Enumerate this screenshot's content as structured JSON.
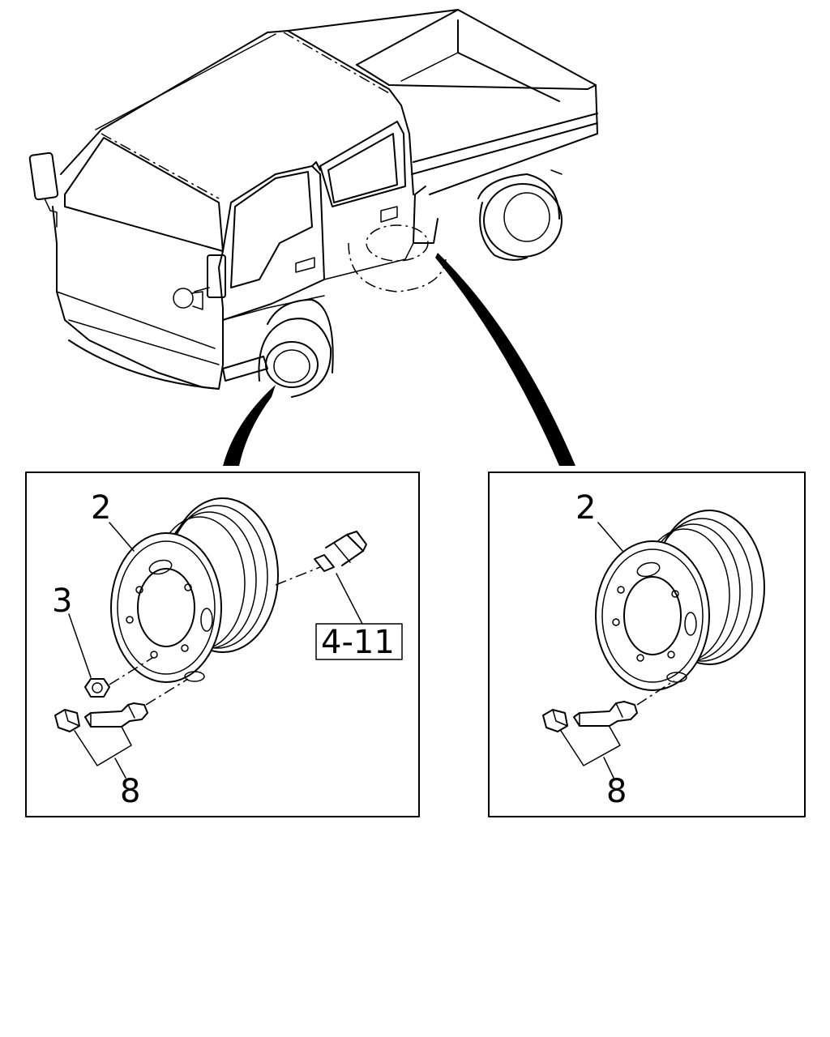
{
  "callouts": {
    "left_rim": "2",
    "left_nut": "3",
    "left_valve": "8",
    "ref_box": "4-11",
    "right_rim": "2",
    "right_valve": "8"
  }
}
